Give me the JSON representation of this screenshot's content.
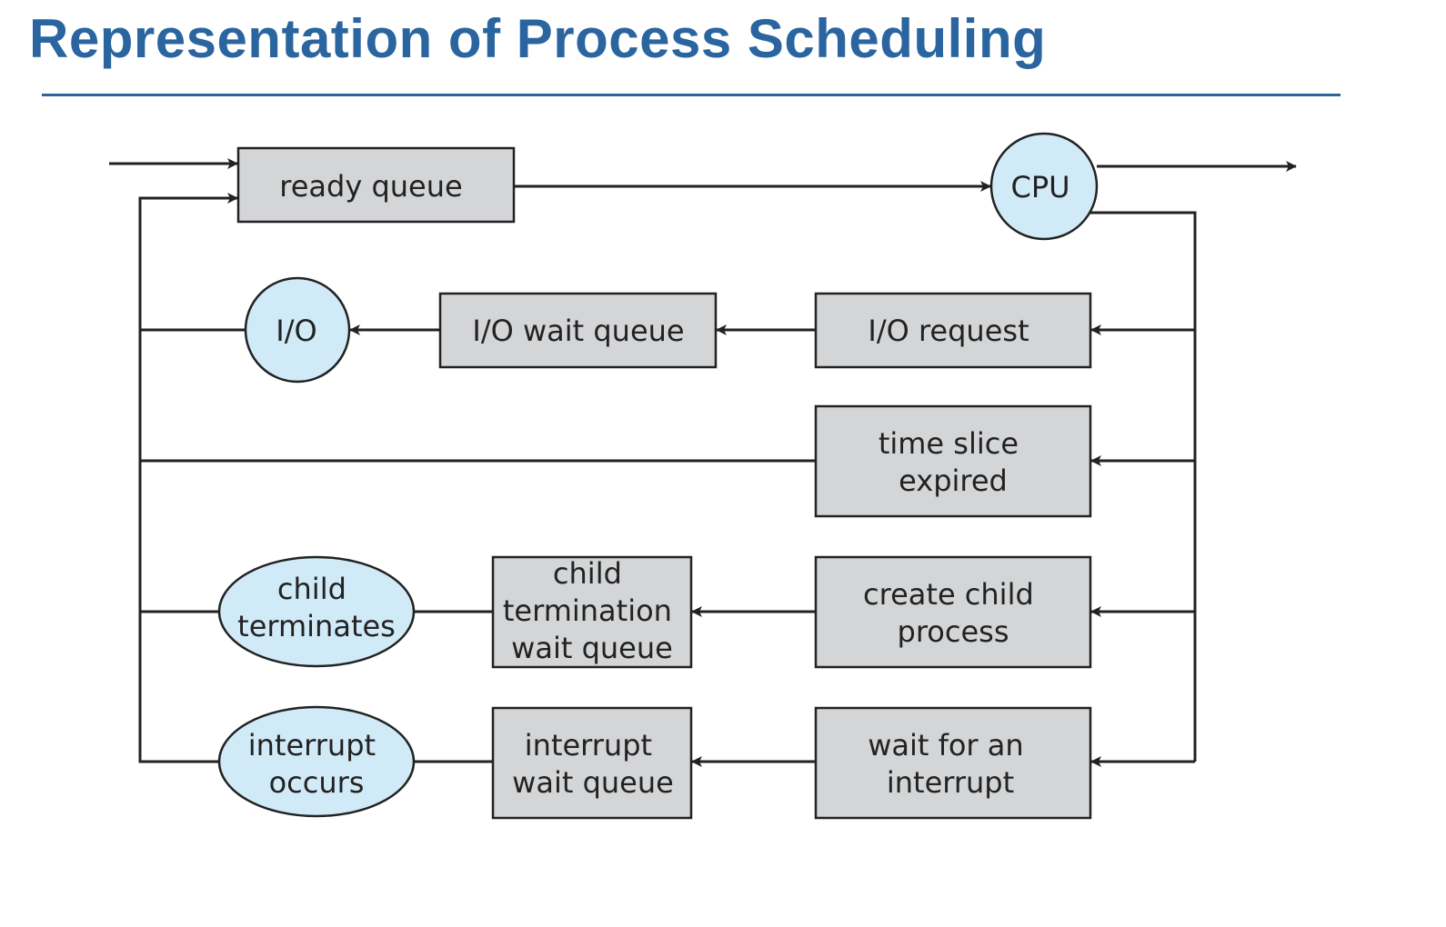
{
  "title": "Representation of Process Scheduling",
  "colors": {
    "title": "#2a65a0",
    "box_fill": "#d4d5d7",
    "circle_fill": "#d1eaf8",
    "stroke": "#222222"
  },
  "nodes": {
    "ready_queue": [
      "ready queue"
    ],
    "cpu": [
      "CPU"
    ],
    "io_request": [
      "I/O request"
    ],
    "io_wait_queue": [
      "I/O wait queue"
    ],
    "io": [
      "I/O"
    ],
    "time_slice": [
      "time slice",
      "expired"
    ],
    "create_child": [
      "create child",
      "process"
    ],
    "child_wait_queue": [
      "child",
      "termination",
      "wait queue"
    ],
    "child_terminates": [
      "child",
      "terminates"
    ],
    "wait_interrupt": [
      "wait for an",
      "interrupt"
    ],
    "interrupt_wait_queue": [
      "interrupt",
      "wait queue"
    ],
    "interrupt_occurs": [
      "interrupt",
      "occurs"
    ]
  }
}
